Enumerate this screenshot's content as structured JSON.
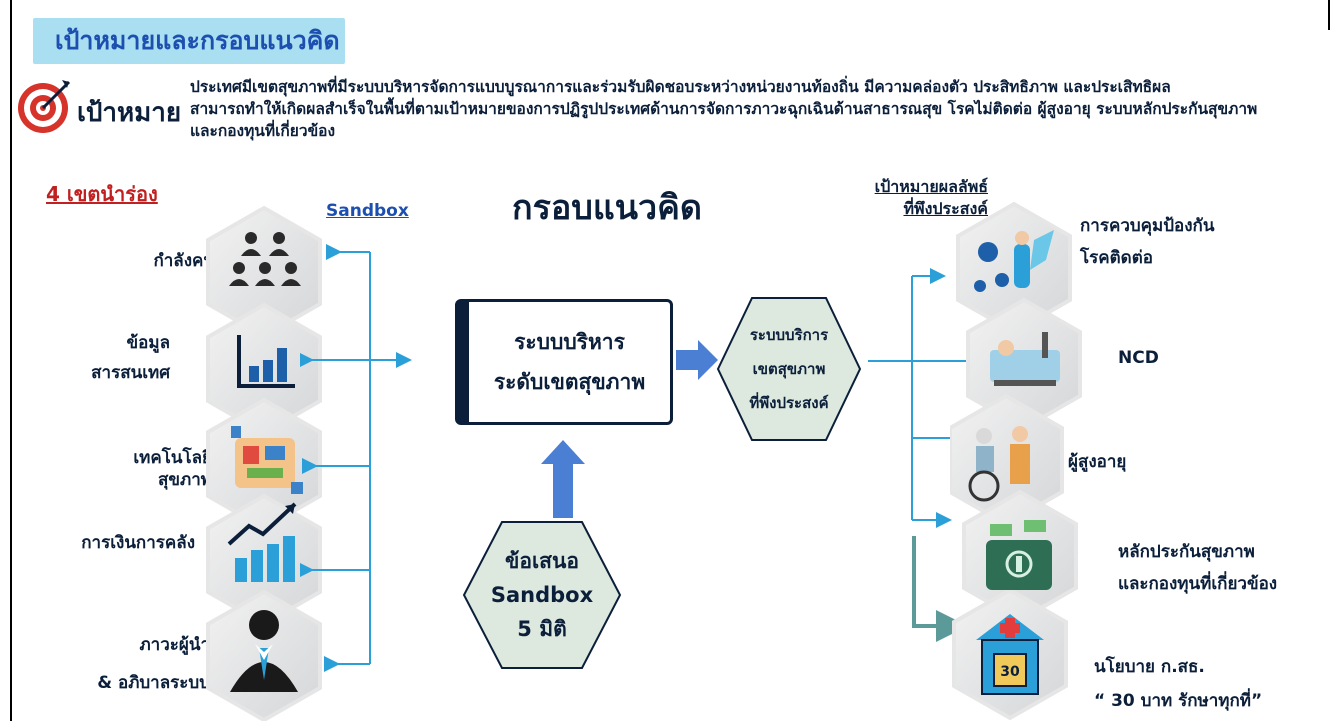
{
  "header": {
    "title": "เป้าหมายและกรอบแนวคิด",
    "goal_label": "เป้าหมาย",
    "goal_lines": [
      "ประเทศมีเขตสุขภาพที่มีระบบบริหารจัดการแบบบูรณาการและร่วมรับผิดชอบระหว่างหน่วยงานท้องถิ่น มีความคล่องตัว ประสิทธิภาพ และประเสิทธิผล",
      "สามารถทำให้เกิดผลสำเร็จในพื้นที่ตามเป้าหมายของการปฏิรูปประเทศด้านการจัดการภาวะฉุกเฉินด้านสาธารณสุข โรคไม่ติดต่อ ผู้สูงอายุ ระบบหลักประกันสุขภาพ",
      "และกองทุนที่เกี่ยวข้อง"
    ]
  },
  "left": {
    "pilot_label": "4 เขตนำร่อง",
    "sandbox_label": "Sandbox",
    "dimensions": [
      {
        "line1": "กำลังคน",
        "line2": "",
        "icon": "people-icon"
      },
      {
        "line1": "ข้อมูล",
        "line2": "สารสนเทศ",
        "icon": "bar-chart-icon"
      },
      {
        "line1": "เทคโนโลยี",
        "line2": "สุขภาพ",
        "icon": "health-tech-icon"
      },
      {
        "line1": "การเงินการคลัง",
        "line2": "",
        "icon": "coins-growth-icon"
      },
      {
        "line1": "ภาวะผู้นำ",
        "line2": "& อภิบาลระบบ",
        "icon": "leader-icon"
      }
    ]
  },
  "center": {
    "concept_title": "กรอบแนวคิด",
    "management_line1": "ระบบบริหาร",
    "management_line2": "ระดับเขตสุขภาพ",
    "service_lines": [
      "ระบบบริการ",
      "เขตสุขภาพ",
      "ที่พึงประสงค์"
    ],
    "proposal_lines": [
      "ข้อเสนอ",
      "Sandbox",
      "5 มิติ"
    ]
  },
  "right": {
    "outcome_title_line1": "เป้าหมายผลลัพธ์",
    "outcome_title_line2": "ที่พึงประสงค์",
    "outcomes": [
      {
        "line1": "การควบคุมป้องกัน",
        "line2": "โรคติดต่อ",
        "icon": "virus-defense-icon"
      },
      {
        "line1": "NCD",
        "line2": "",
        "icon": "hospital-bed-icon"
      },
      {
        "line1": "ผู้สูงอายุ",
        "line2": "",
        "icon": "elderly-care-icon"
      },
      {
        "line1": "หลักประกันสุขภาพ",
        "line2": "และกองทุนที่เกี่ยวข้อง",
        "icon": "health-fund-icon"
      },
      {
        "line1": "นโยบาย ก.สธ.",
        "line2": "“ 30 บาท รักษาทุกที่”",
        "icon": "hospital-30-icon"
      }
    ]
  },
  "colors": {
    "accent_blue": "#2a9fd8",
    "arrow_blue": "#4a7fd4",
    "title_bg": "#a9dff0",
    "hex_green": "#dde9df",
    "teal": "#5b9a98"
  }
}
